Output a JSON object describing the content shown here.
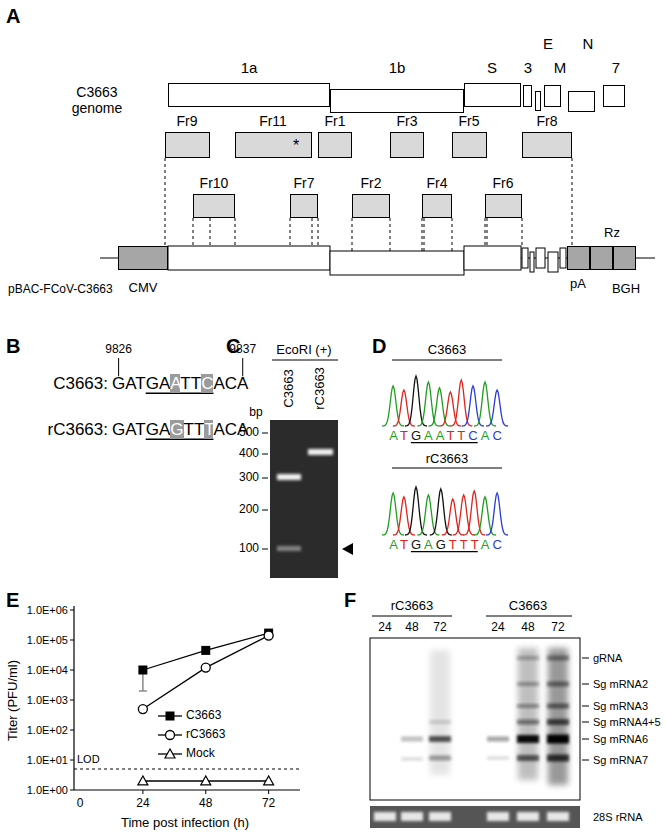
{
  "diagram": {
    "nodes": [
      {
        "text": [
          "1a"
        ]
      },
      {
        "text": [
          "1b"
        ]
      },
      {
        "text": [
          "S"
        ]
      },
      {
        "text": [
          "3"
        ]
      },
      {
        "text": [
          "E"
        ]
      },
      {
        "text": [
          "M"
        ]
      },
      {
        "text": [
          "N"
        ]
      },
      {
        "text": [
          "7"
        ]
      },
      {
        "text": [
          "Fr9"
        ]
      },
      {
        "text": [
          "Fr10"
        ]
      },
      {
        "text": [
          "Fr11",
          "*"
        ]
      },
      {
        "text": [
          "Fr7"
        ]
      },
      {
        "text": [
          "Fr1"
        ]
      },
      {
        "text": [
          "Fr2"
        ]
      },
      {
        "text": [
          "Fr3"
        ]
      },
      {
        "text": [
          "Fr4"
        ]
      },
      {
        "text": [
          "Fr5"
        ]
      },
      {
        "text": [
          "Fr6"
        ]
      },
      {
        "text": [
          "Fr8"
        ]
      },
      {
        "text": [
          "CMV"
        ]
      },
      {
        "text": [
          "pA"
        ]
      },
      {
        "text": [
          "Rz"
        ]
      },
      {
        "text": [
          "BGH"
        ]
      }
    ],
    "labels": [
      "A",
      "C3663 genome",
      "pBAC-FCoV-C3663",
      "B",
      "9826",
      "9837",
      "C3663:",
      "GATGAATTCACA",
      "rC3663:",
      "GATGAGTTTACA",
      "C",
      "EcoRI (+)",
      "C3663",
      "rC3663",
      "bp",
      "500",
      "400",
      "300",
      "200",
      "100",
      "D",
      "C3663",
      "ATGAATTCAC",
      "rC3663",
      "ATGAGTTTAC",
      "E",
      "1.0E+06",
      "1.0E+05",
      "1.0E+04",
      "1.0E+03",
      "1.0E+02",
      "1.0E+01",
      "1.0E+00",
      "0",
      "24",
      "48",
      "72",
      "Titer (PFU/ml)",
      "Time post infection (h)",
      "LOD",
      "F",
      "rC3663",
      "C3663",
      "24",
      "48",
      "72",
      "24",
      "48",
      "72",
      "gRNA",
      "Sg mRNA2",
      "Sg mRNA3",
      "Sg mRNA4+5",
      "Sg mRNA6",
      "Sg mRNA7",
      "28S rRNA"
    ],
    "legend": [
      {
        "text": "C3663"
      },
      {
        "text": "rC3663"
      },
      {
        "text": "Mock"
      }
    ]
  }
}
